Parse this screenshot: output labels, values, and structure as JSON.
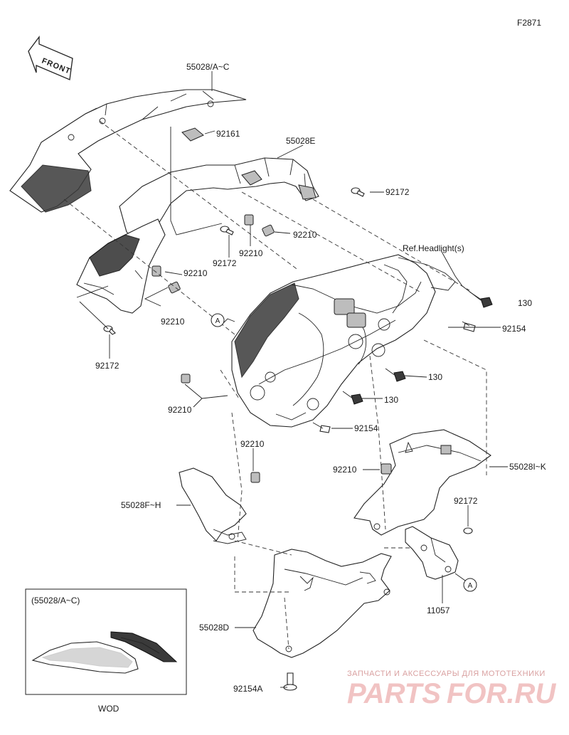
{
  "figure_code": "F2871",
  "front_label": "FRONT",
  "labels": {
    "p55028_ac": "55028/A~C",
    "p92161": "92161",
    "p55028e": "55028E",
    "p92172_a": "92172",
    "p92172_b": "92172",
    "p92172_c": "92172",
    "p92172_d": "92172",
    "p92210_a": "92210",
    "p92210_b": "92210",
    "p92210_c": "92210",
    "p92210_d": "92210",
    "p92210_e": "92210",
    "p92210_f": "92210",
    "p92210_g": "92210",
    "ref_headlight": "Ref.Headlight(s)",
    "p130_a": "130",
    "p130_b": "130",
    "p130_c": "130",
    "p92154_a": "92154",
    "p92154_b": "92154",
    "p55028ik": "55028I~K",
    "p55028fh": "55028F~H",
    "p11057": "11057",
    "p55028d": "55028D",
    "p92154a": "92154A",
    "callout_a1": "A",
    "callout_a2": "A"
  },
  "inset": {
    "title": "(55028/A~C)",
    "caption": "WOD"
  },
  "watermark": {
    "tagline": "ЗАПЧАСТИ И АКСЕССУАРЫ ДЛЯ МОТОТЕХНИКИ",
    "brand_left": "PARTS",
    "brand_right": "FOR.RU"
  }
}
